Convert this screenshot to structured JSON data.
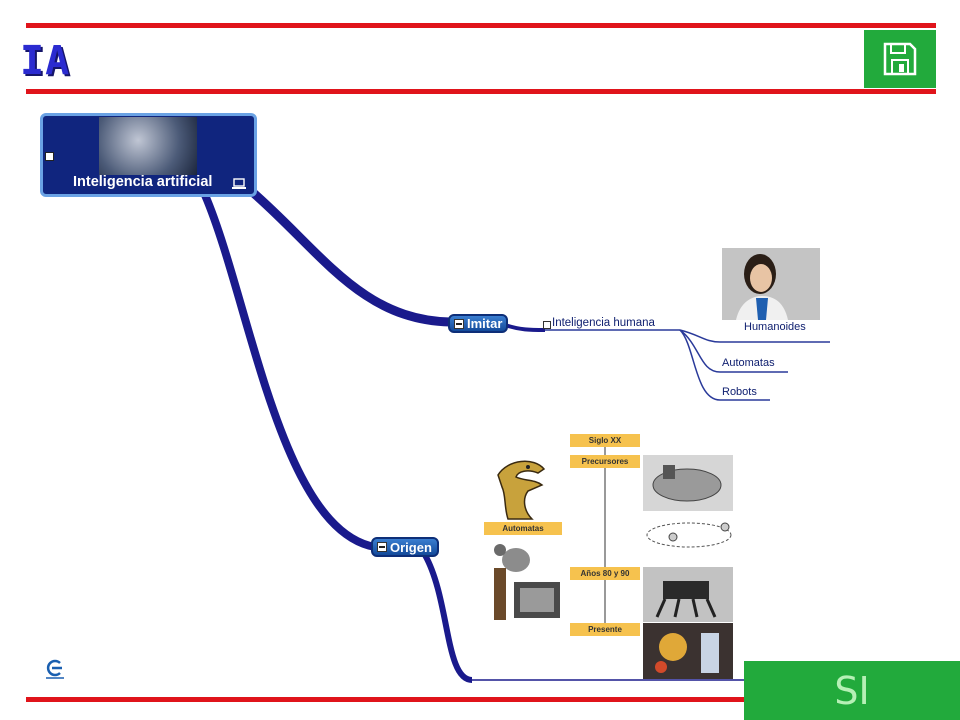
{
  "header": {
    "title": "IA"
  },
  "map": {
    "central": {
      "label": "Inteligencia artificial"
    },
    "branches": {
      "imitar": {
        "label": "Imitar",
        "subtopic": "Inteligencia humana",
        "children": [
          "Humanoides",
          "Automatas",
          "Robots"
        ]
      },
      "origen": {
        "label": "Origen",
        "timeline": [
          "Siglo XX",
          "Precursores",
          "Automatas",
          "Años 80 y 90",
          "Presente"
        ]
      }
    }
  },
  "footer": {
    "si_label": "SI"
  },
  "colors": {
    "accent_red": "#e0141b",
    "button_green": "#22aa3c",
    "node_blue": "#10257e"
  }
}
